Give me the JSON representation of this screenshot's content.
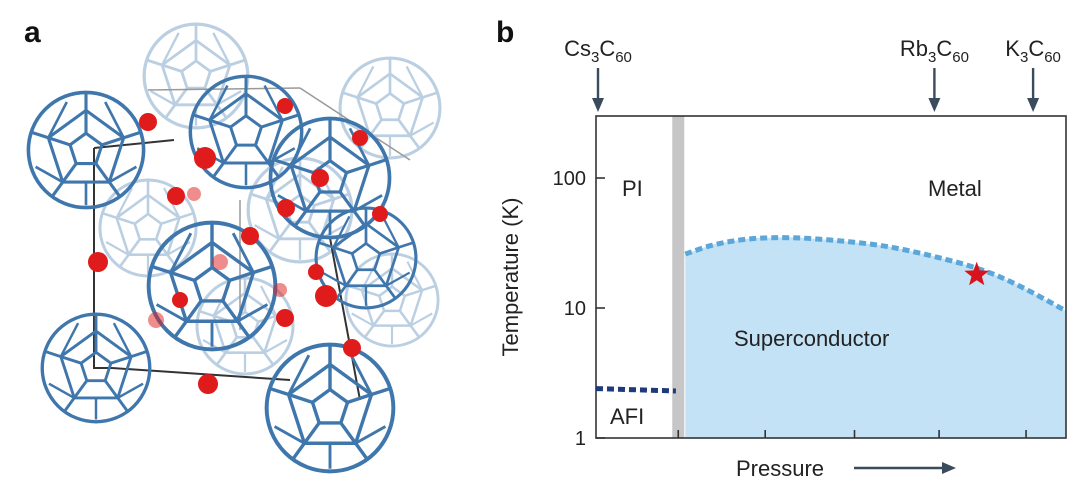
{
  "panels": {
    "a": "a",
    "b": "b"
  },
  "crystal": {
    "molecule_color": "#3f77ad",
    "ion_color": "#e01b1b"
  },
  "compounds": [
    {
      "base": "Cs",
      "sub1": "3",
      "mid": "C",
      "sub2": "60",
      "pressure": 0.0
    },
    {
      "base": "Rb",
      "sub1": "3",
      "mid": "C",
      "sub2": "60",
      "pressure": 0.72
    },
    {
      "base": "K",
      "sub1": "3",
      "mid": "C",
      "sub2": "60",
      "pressure": 0.93
    }
  ],
  "chart_data": {
    "type": "area",
    "xlabel": "Pressure",
    "ylabel": "Temperature (K)",
    "yscale": "log",
    "ylim": [
      1,
      300
    ],
    "xlim": [
      0,
      1
    ],
    "yticks": [
      1,
      10,
      100
    ],
    "ytick_labels": [
      "1",
      "10",
      "100"
    ],
    "regions": {
      "pi": "PI",
      "metal": "Metal",
      "superconductor": "Superconductor",
      "afi": "AFI"
    },
    "superconducting_dome": {
      "x": [
        0.19,
        0.25,
        0.33,
        0.42,
        0.52,
        0.62,
        0.72,
        0.82,
        0.9,
        1.0
      ],
      "y": [
        26,
        31,
        34.5,
        35,
        33,
        30,
        25,
        20,
        15,
        9.5
      ]
    },
    "afi_boundary": {
      "x": [
        0.0,
        0.17
      ],
      "y": [
        2.4,
        2.3
      ]
    },
    "transition_band_x": 0.175,
    "star_marker": {
      "x": 0.81,
      "y": 18
    },
    "colors": {
      "superconductor_fill": "#c3e2f6",
      "dome_line": "#5ba7d9",
      "afi_line": "#1f3a7a",
      "band": "#c6c6c6",
      "star": "#d7141c",
      "arrow": "#3b4b5e"
    }
  }
}
